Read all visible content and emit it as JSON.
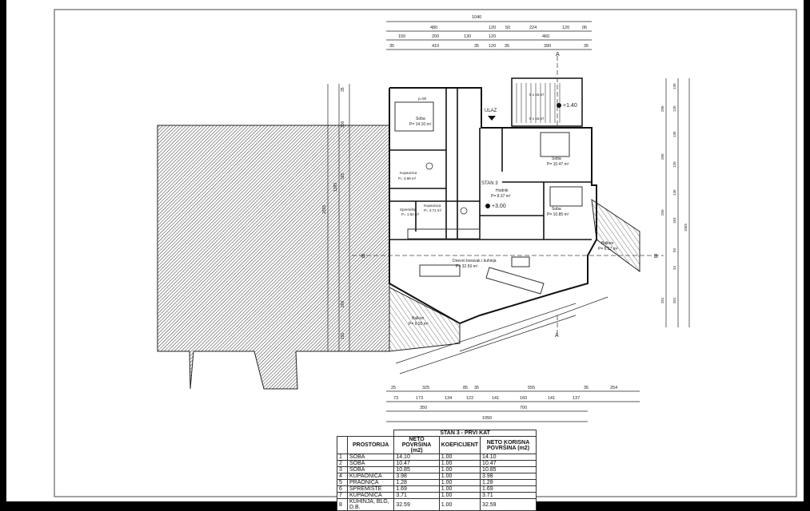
{
  "plan": {
    "dims_top": {
      "row1": [
        "1040"
      ],
      "row2": [
        "480",
        "120",
        "50",
        "224",
        "120",
        "06"
      ],
      "row3": [
        "150",
        "200",
        "130",
        "120",
        "460"
      ],
      "row4": [
        "35",
        "410",
        "35",
        "120",
        "35",
        "390",
        "35"
      ]
    },
    "dims_bottom": {
      "row1": [
        "25",
        "325",
        "85",
        "35",
        "555",
        "35",
        "254"
      ],
      "row2": [
        "73",
        "173",
        "134",
        "122",
        "141",
        "160",
        "141",
        "137"
      ],
      "row3": [
        "350",
        "700"
      ],
      "row4": [
        "1050"
      ]
    },
    "dims_left": [
      "35",
      "300",
      "325",
      "1385",
      "1555",
      "260",
      "190"
    ],
    "dims_right": [
      "130",
      "200",
      "120",
      "135",
      "260",
      "120",
      "140",
      "250",
      "163",
      "93",
      "34",
      "201",
      "1055",
      "201"
    ],
    "section_marks": [
      "A",
      "A",
      "B",
      "B"
    ],
    "labels": {
      "entrance": "ULAZ",
      "apartment": "STAN 3",
      "level1": "+1.40",
      "level2": "+3.00",
      "soba1_name": "Soba",
      "soba1_area": "P= 14.10 m²",
      "soba2_name": "Soba",
      "soba2_area": "P= 10.47 m²",
      "soba3_name": "Soba",
      "soba3_area": "P= 10.85 m²",
      "hodnik_name": "Hodnik",
      "hodnik_area": "P= 8.37 m²",
      "living_name": "Dnevni boravak i kuhinja",
      "living_area": "P= 32.59 m²",
      "balkon1_name": "Balkon",
      "balkon1_area": "P= 6.17 m²",
      "balkon2_name": "Balkon",
      "balkon2_area": "P= 9.93 m²",
      "kup1_name": "Kupaonica",
      "kup1_area": "P= 3.98 m²",
      "kup2_name": "Kupaonica",
      "kup2_area": "P= 3.71 m²",
      "sprem_name": "Spremište",
      "sprem_area": "P= 1.60 m²",
      "p90": "p=90",
      "stair_1": "6 x 16.67",
      "stair_2": "6 x 16.67"
    }
  },
  "table": {
    "title": "STAN 3 - PRVI KAT",
    "headers": [
      "PROSTORIJA",
      "NETO POVRŠINA (m2)",
      "KOEFICIJENT",
      "NETO KORISNA POVRŠINA (m2)"
    ],
    "rows": [
      [
        "1",
        "SOBA",
        "14.10",
        "1.00",
        "14.10"
      ],
      [
        "2",
        "SOBA",
        "10.47",
        "1.00",
        "10.47"
      ],
      [
        "3",
        "SOBA",
        "10.85",
        "1.00",
        "10.85"
      ],
      [
        "4",
        "KUPAONICA",
        "3.98",
        "1.00",
        "3.98"
      ],
      [
        "5",
        "PRAONICA",
        "1.28",
        "1.00",
        "1.28"
      ],
      [
        "6",
        "SPREMIŠTE",
        "1.69",
        "1.00",
        "1.69"
      ],
      [
        "7",
        "KUPAONICA",
        "3.71",
        "1.00",
        "3.71"
      ],
      [
        "8",
        "KUHINJA, BLG, D.B.",
        "32.59",
        "1.00",
        "32.59"
      ]
    ]
  }
}
